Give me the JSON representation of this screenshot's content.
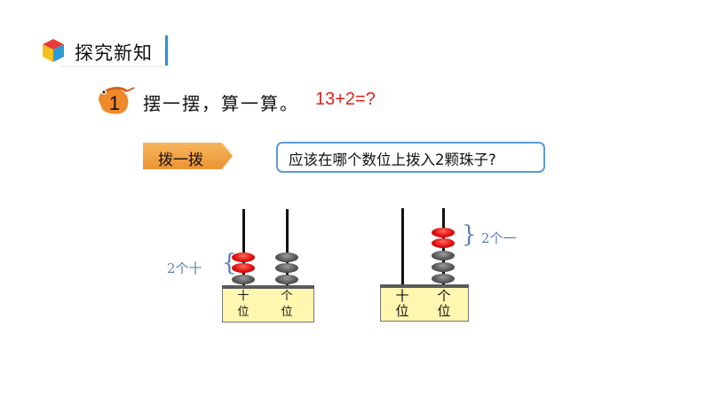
{
  "header": {
    "title": "探究新知"
  },
  "problem": {
    "number": "1",
    "text": "摆一摆，算一算。",
    "equation": "13+2=?"
  },
  "tag": {
    "label": "拨一拨"
  },
  "question": {
    "text": "应该在哪个数位上拨入2颗珠子?"
  },
  "abacus_left": {
    "tens_label_1": "十",
    "tens_label_2": "位",
    "ones_label_1": "个",
    "ones_label_2": "位",
    "annotation": "2个十",
    "tens_beads": 3,
    "tens_red_beads": 2,
    "ones_beads": 3,
    "ones_red_beads": 0
  },
  "abacus_right": {
    "tens_label_1": "十",
    "tens_label_2": "位",
    "ones_label_1": "个",
    "ones_label_2": "位",
    "annotation": "2个一",
    "tens_beads": 0,
    "tens_red_beads": 0,
    "ones_beads": 5,
    "ones_red_beads": 2
  },
  "colors": {
    "accent_red": "#e0211b",
    "tag_orange": "#ec9334",
    "box_blue": "#5a9bd5",
    "annotation_blue": "#5b7fb5"
  }
}
